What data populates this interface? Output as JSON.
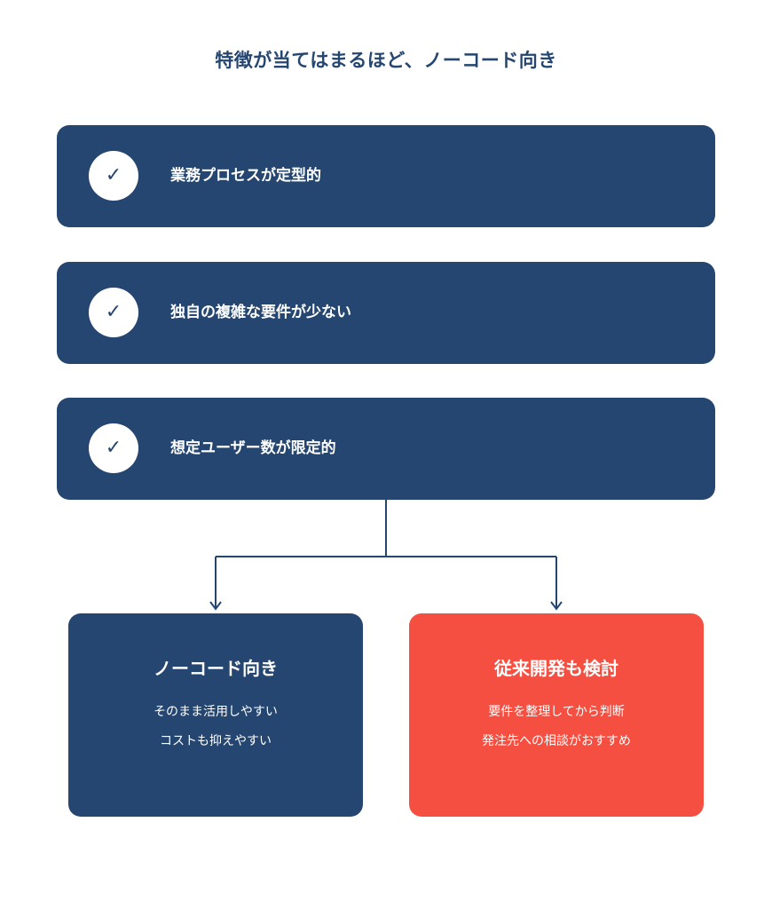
{
  "title": "特徴が当てはまるほど、ノーコード向き",
  "criteria": [
    {
      "check": "✓",
      "label": "業務プロセスが定型的"
    },
    {
      "check": "✓",
      "label": "独自の複雑な要件が少ない"
    },
    {
      "check": "✓",
      "label": "想定ユーザー数が限定的"
    }
  ],
  "results": {
    "nocode": {
      "title": "ノーコード向き",
      "lines": [
        "そのまま活用しやすい",
        "コストも抑えやすい"
      ]
    },
    "conventional": {
      "title": "従来開発も検討",
      "lines": [
        "要件を整理してから判断",
        "発注先への相談がおすすめ"
      ]
    }
  },
  "colors": {
    "navy": "#244670",
    "red": "#f44f41",
    "white": "#ffffff"
  }
}
